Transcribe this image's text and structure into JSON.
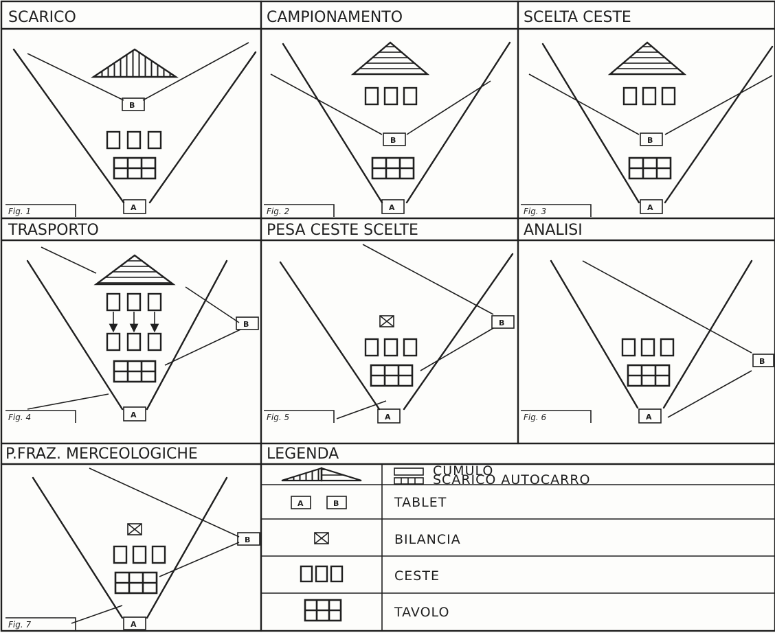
{
  "panels": [
    {
      "title": "SCARICO",
      "fig": "Fig. 1",
      "mark_a": "A",
      "mark_b": "B"
    },
    {
      "title": "CAMPIONAMENTO",
      "fig": "Fig. 2",
      "mark_a": "A",
      "mark_b": "B"
    },
    {
      "title": "SCELTA  CESTE",
      "fig": "Fig. 3",
      "mark_a": "A",
      "mark_b": "B"
    },
    {
      "title": "TRASPORTO",
      "fig": "Fig. 4",
      "mark_a": "A",
      "mark_b": "B"
    },
    {
      "title": "PESA CESTE SCELTE",
      "fig": "Fig. 5",
      "mark_a": "A",
      "mark_b": "B"
    },
    {
      "title": "ANALISI",
      "fig": "Fig. 6",
      "mark_a": "A",
      "mark_b": "B"
    },
    {
      "title": "P.FRAZ. MERCEOLOGICHE",
      "fig": "Fig. 7",
      "mark_a": "A",
      "mark_b": "B"
    }
  ],
  "legend": {
    "title": "LEGENDA",
    "cumulo": "CUMULO",
    "scarico_autocarro": "SCARICO AUTOCARRO",
    "tablet_a": "A",
    "tablet_b": "B",
    "tablet": "TABLET",
    "bilancia": "BILANCIA",
    "ceste": "CESTE",
    "tavolo": "TAVOLO"
  }
}
